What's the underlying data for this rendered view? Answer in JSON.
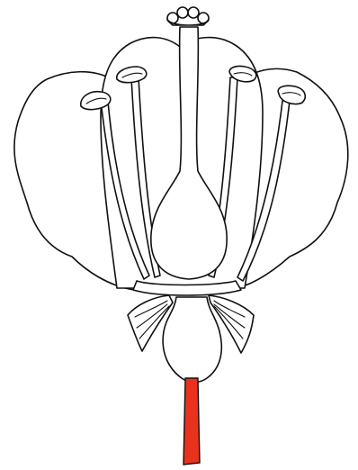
{
  "diagram": {
    "subject": "flower-longitudinal-section",
    "highlighted_part": "pedicel",
    "colors": {
      "outline": "#111111",
      "background": "#ffffff",
      "highlight": "#e8321e"
    },
    "parts": [
      "petals",
      "stamens",
      "pistil",
      "sepals",
      "receptacle",
      "pedicel"
    ],
    "stamen_count": 4
  }
}
